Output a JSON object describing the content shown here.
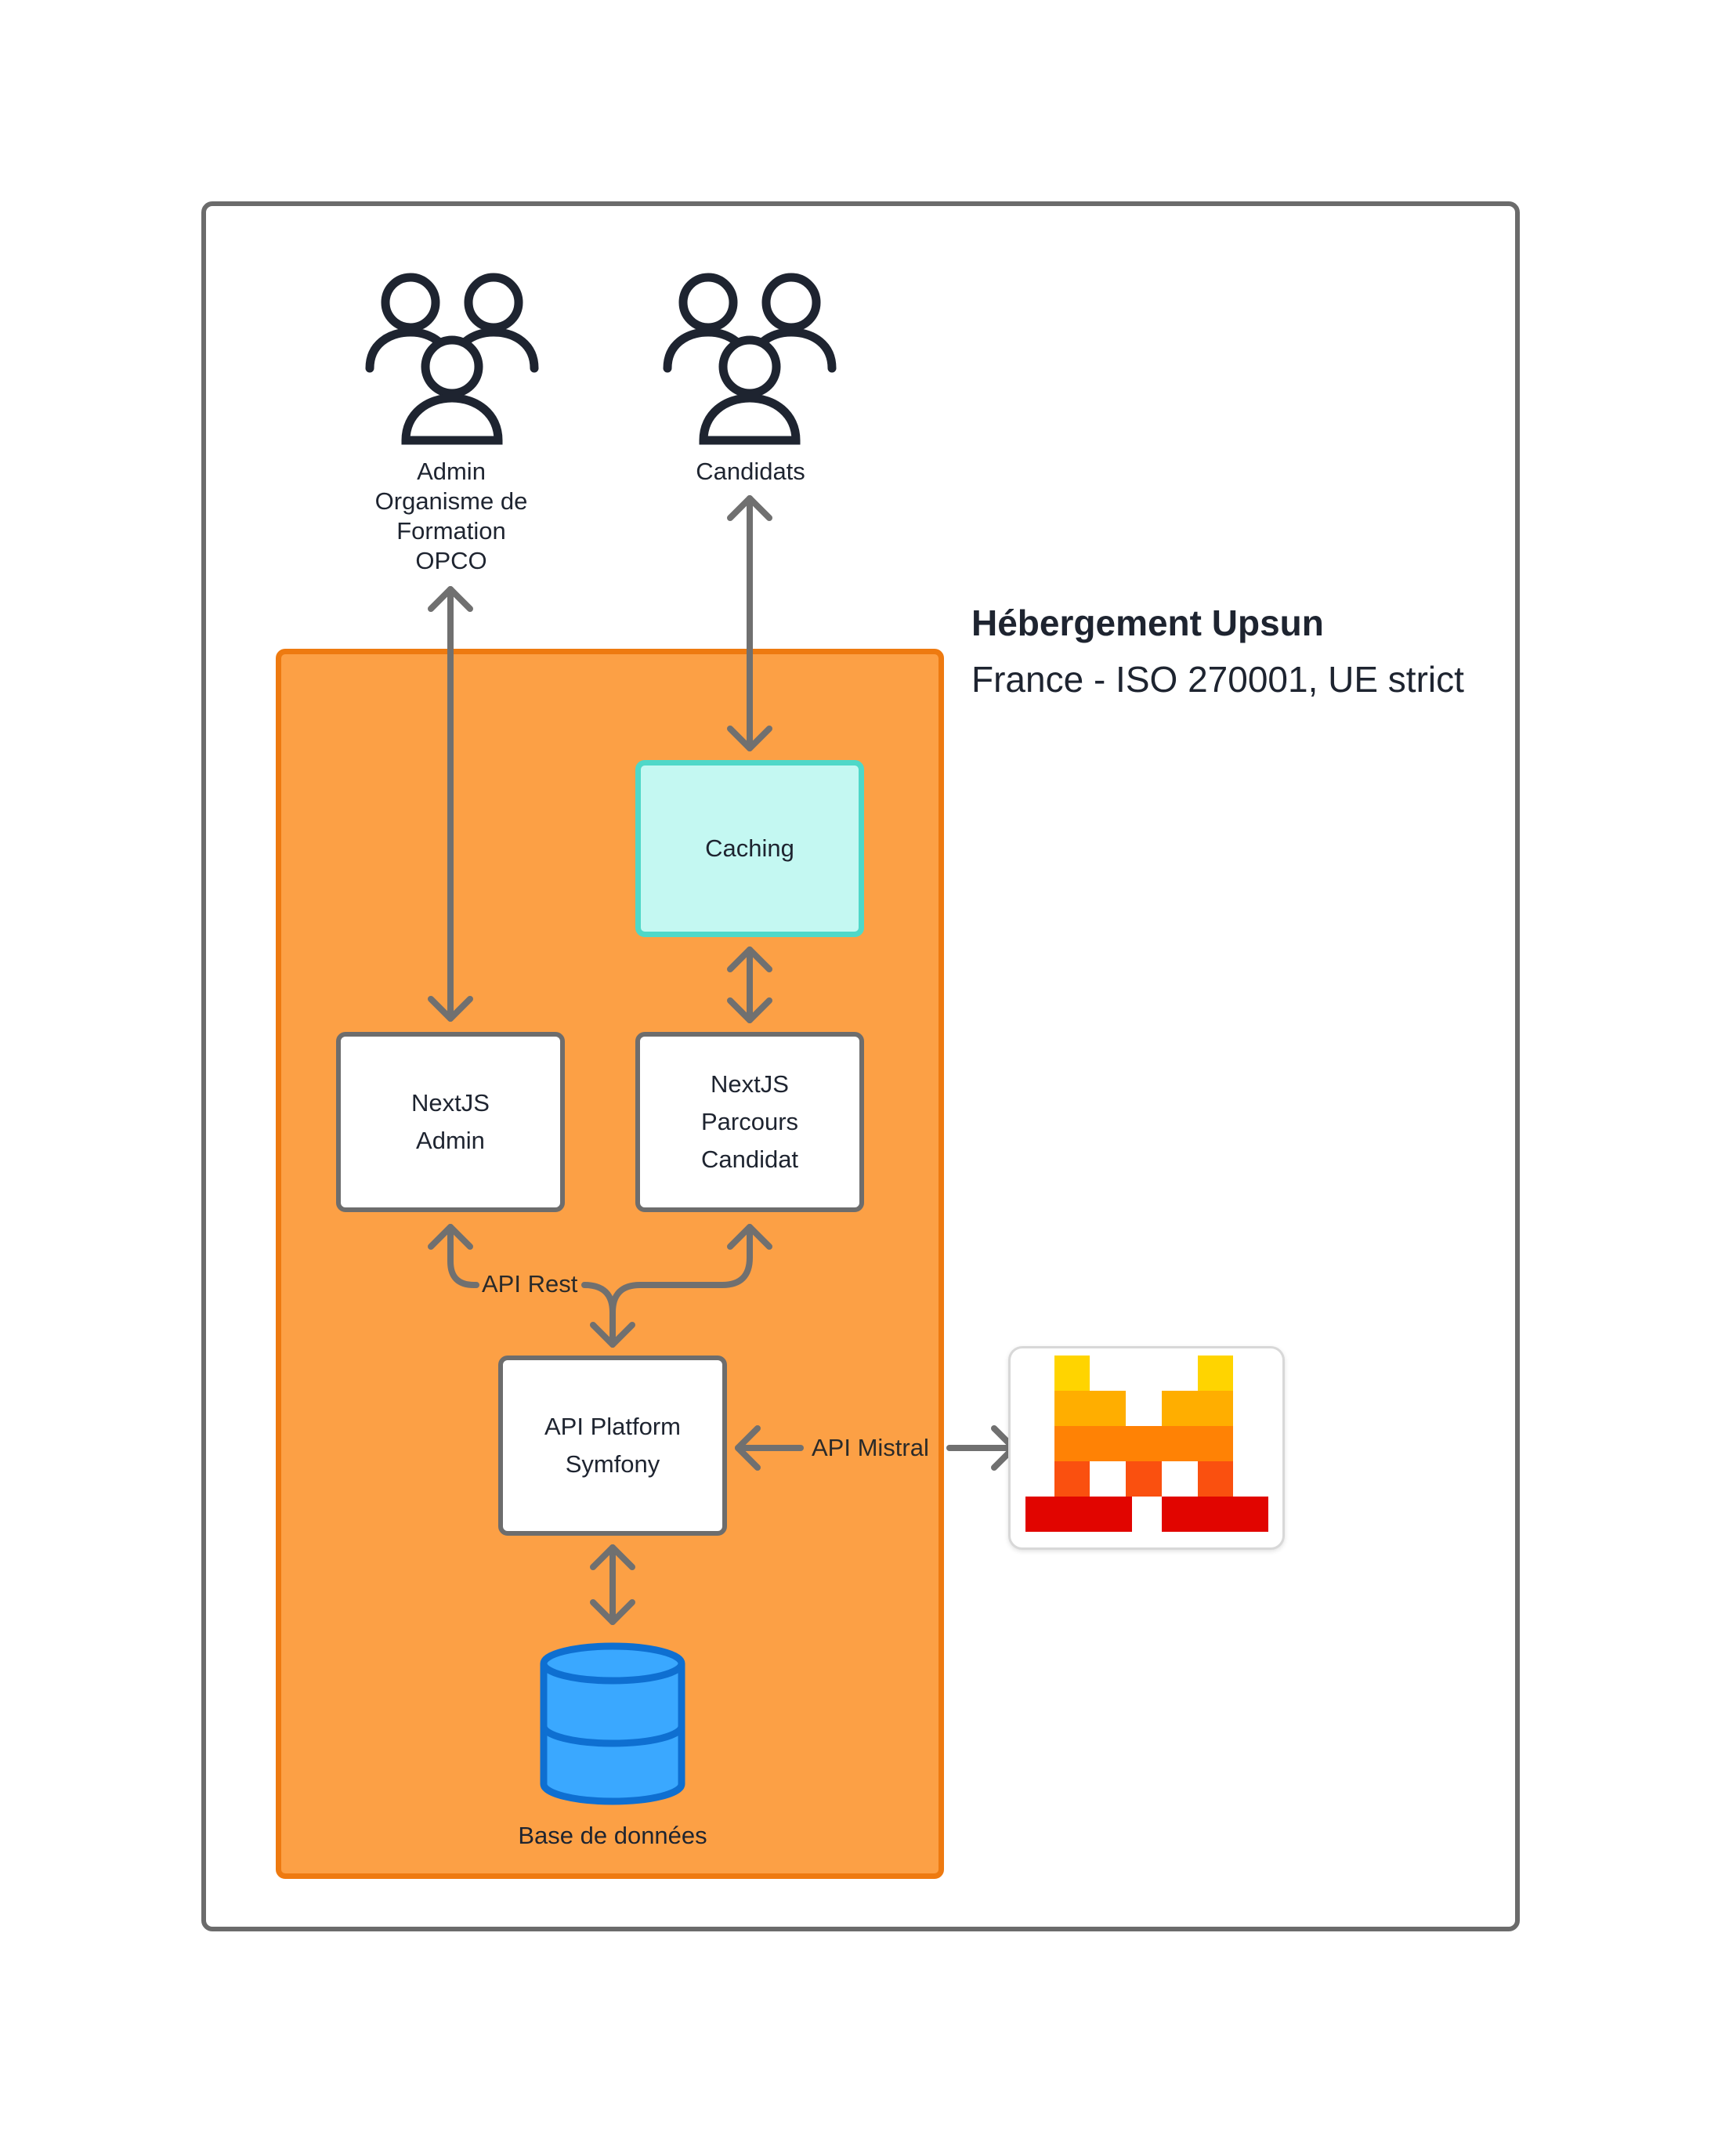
{
  "users": {
    "admin_label": "Admin\nOrganisme de\nFormation\nOPCO",
    "candidats_label": "Candidats"
  },
  "hosting": {
    "title": "Hébergement Upsun",
    "subtitle": "France - ISO 270001, UE strict"
  },
  "nodes": {
    "caching": "Caching",
    "nextjs_admin": "NextJS\nAdmin",
    "nextjs_parcours": "NextJS\nParcours\nCandidat",
    "api_platform": "API Platform\nSymfony",
    "database": "Base de données"
  },
  "edges": {
    "api_rest": "API Rest",
    "api_mistral": "API Mistral"
  },
  "colors": {
    "hosting_fill": "#fca045",
    "hosting_border": "#ee7a10",
    "caching_fill": "#c4f8f2",
    "caching_border": "#4fd8c8",
    "database_fill": "#3aa8ff",
    "database_border": "#0e6fd1",
    "arrow": "#707070",
    "icon": "#1e2430"
  },
  "icons": {
    "users_icon": "users-group-icon",
    "database_icon": "database-cylinder-icon",
    "mistral_logo": "mistral-logo"
  }
}
